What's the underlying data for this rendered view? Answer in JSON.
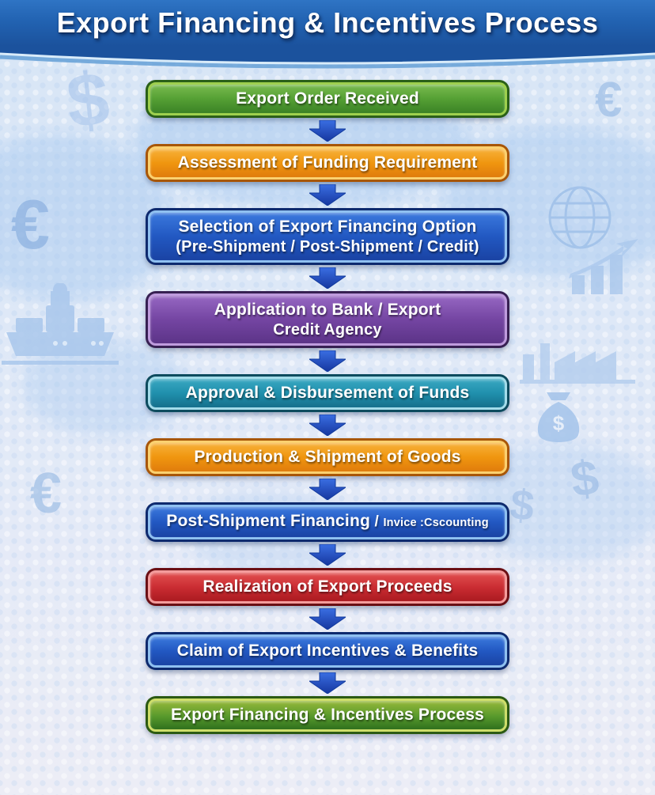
{
  "header": {
    "title": "Export Financing & Incentives Process"
  },
  "flow": {
    "steps": [
      {
        "scheme": "green",
        "lines": [
          "Export Order Received"
        ]
      },
      {
        "scheme": "orange",
        "lines": [
          "Assessment of Funding Requirement"
        ]
      },
      {
        "scheme": "blue",
        "lines": [
          "Selection of Export Financing Option",
          "(Pre-Shipment / Post-Shipment / Credit)"
        ]
      },
      {
        "scheme": "purple",
        "lines": [
          "Application to Bank / Export",
          "Credit Agency"
        ]
      },
      {
        "scheme": "teal",
        "lines": [
          "Approval & Disbursement of Funds"
        ]
      },
      {
        "scheme": "orange",
        "lines": [
          "Production & Shipment of Goods"
        ]
      },
      {
        "scheme": "blue",
        "lines": [
          "Post-Shipment Financing"
        ],
        "sep": "/",
        "small": "Invice :Cscounting"
      },
      {
        "scheme": "red",
        "lines": [
          "Realization of Export Proceeds"
        ]
      },
      {
        "scheme": "blue",
        "lines": [
          "Claim of Export Incentives & Benefits"
        ]
      },
      {
        "scheme": "green-dark",
        "lines": [
          "Export Financing & Incentives Process"
        ]
      }
    ]
  },
  "palette": {
    "header_blue": "#2263b2",
    "arrow_blue": "#2456cd",
    "green": "#55a034",
    "orange": "#f0960f",
    "blue": "#2258c2",
    "purple": "#7445a2",
    "teal": "#2090ad",
    "red": "#cb2d33",
    "olive_green": "#57992c",
    "background_blue": "#dde8f7"
  },
  "decorations": {
    "euro_symbol": "€",
    "dollar_symbol": "$"
  }
}
